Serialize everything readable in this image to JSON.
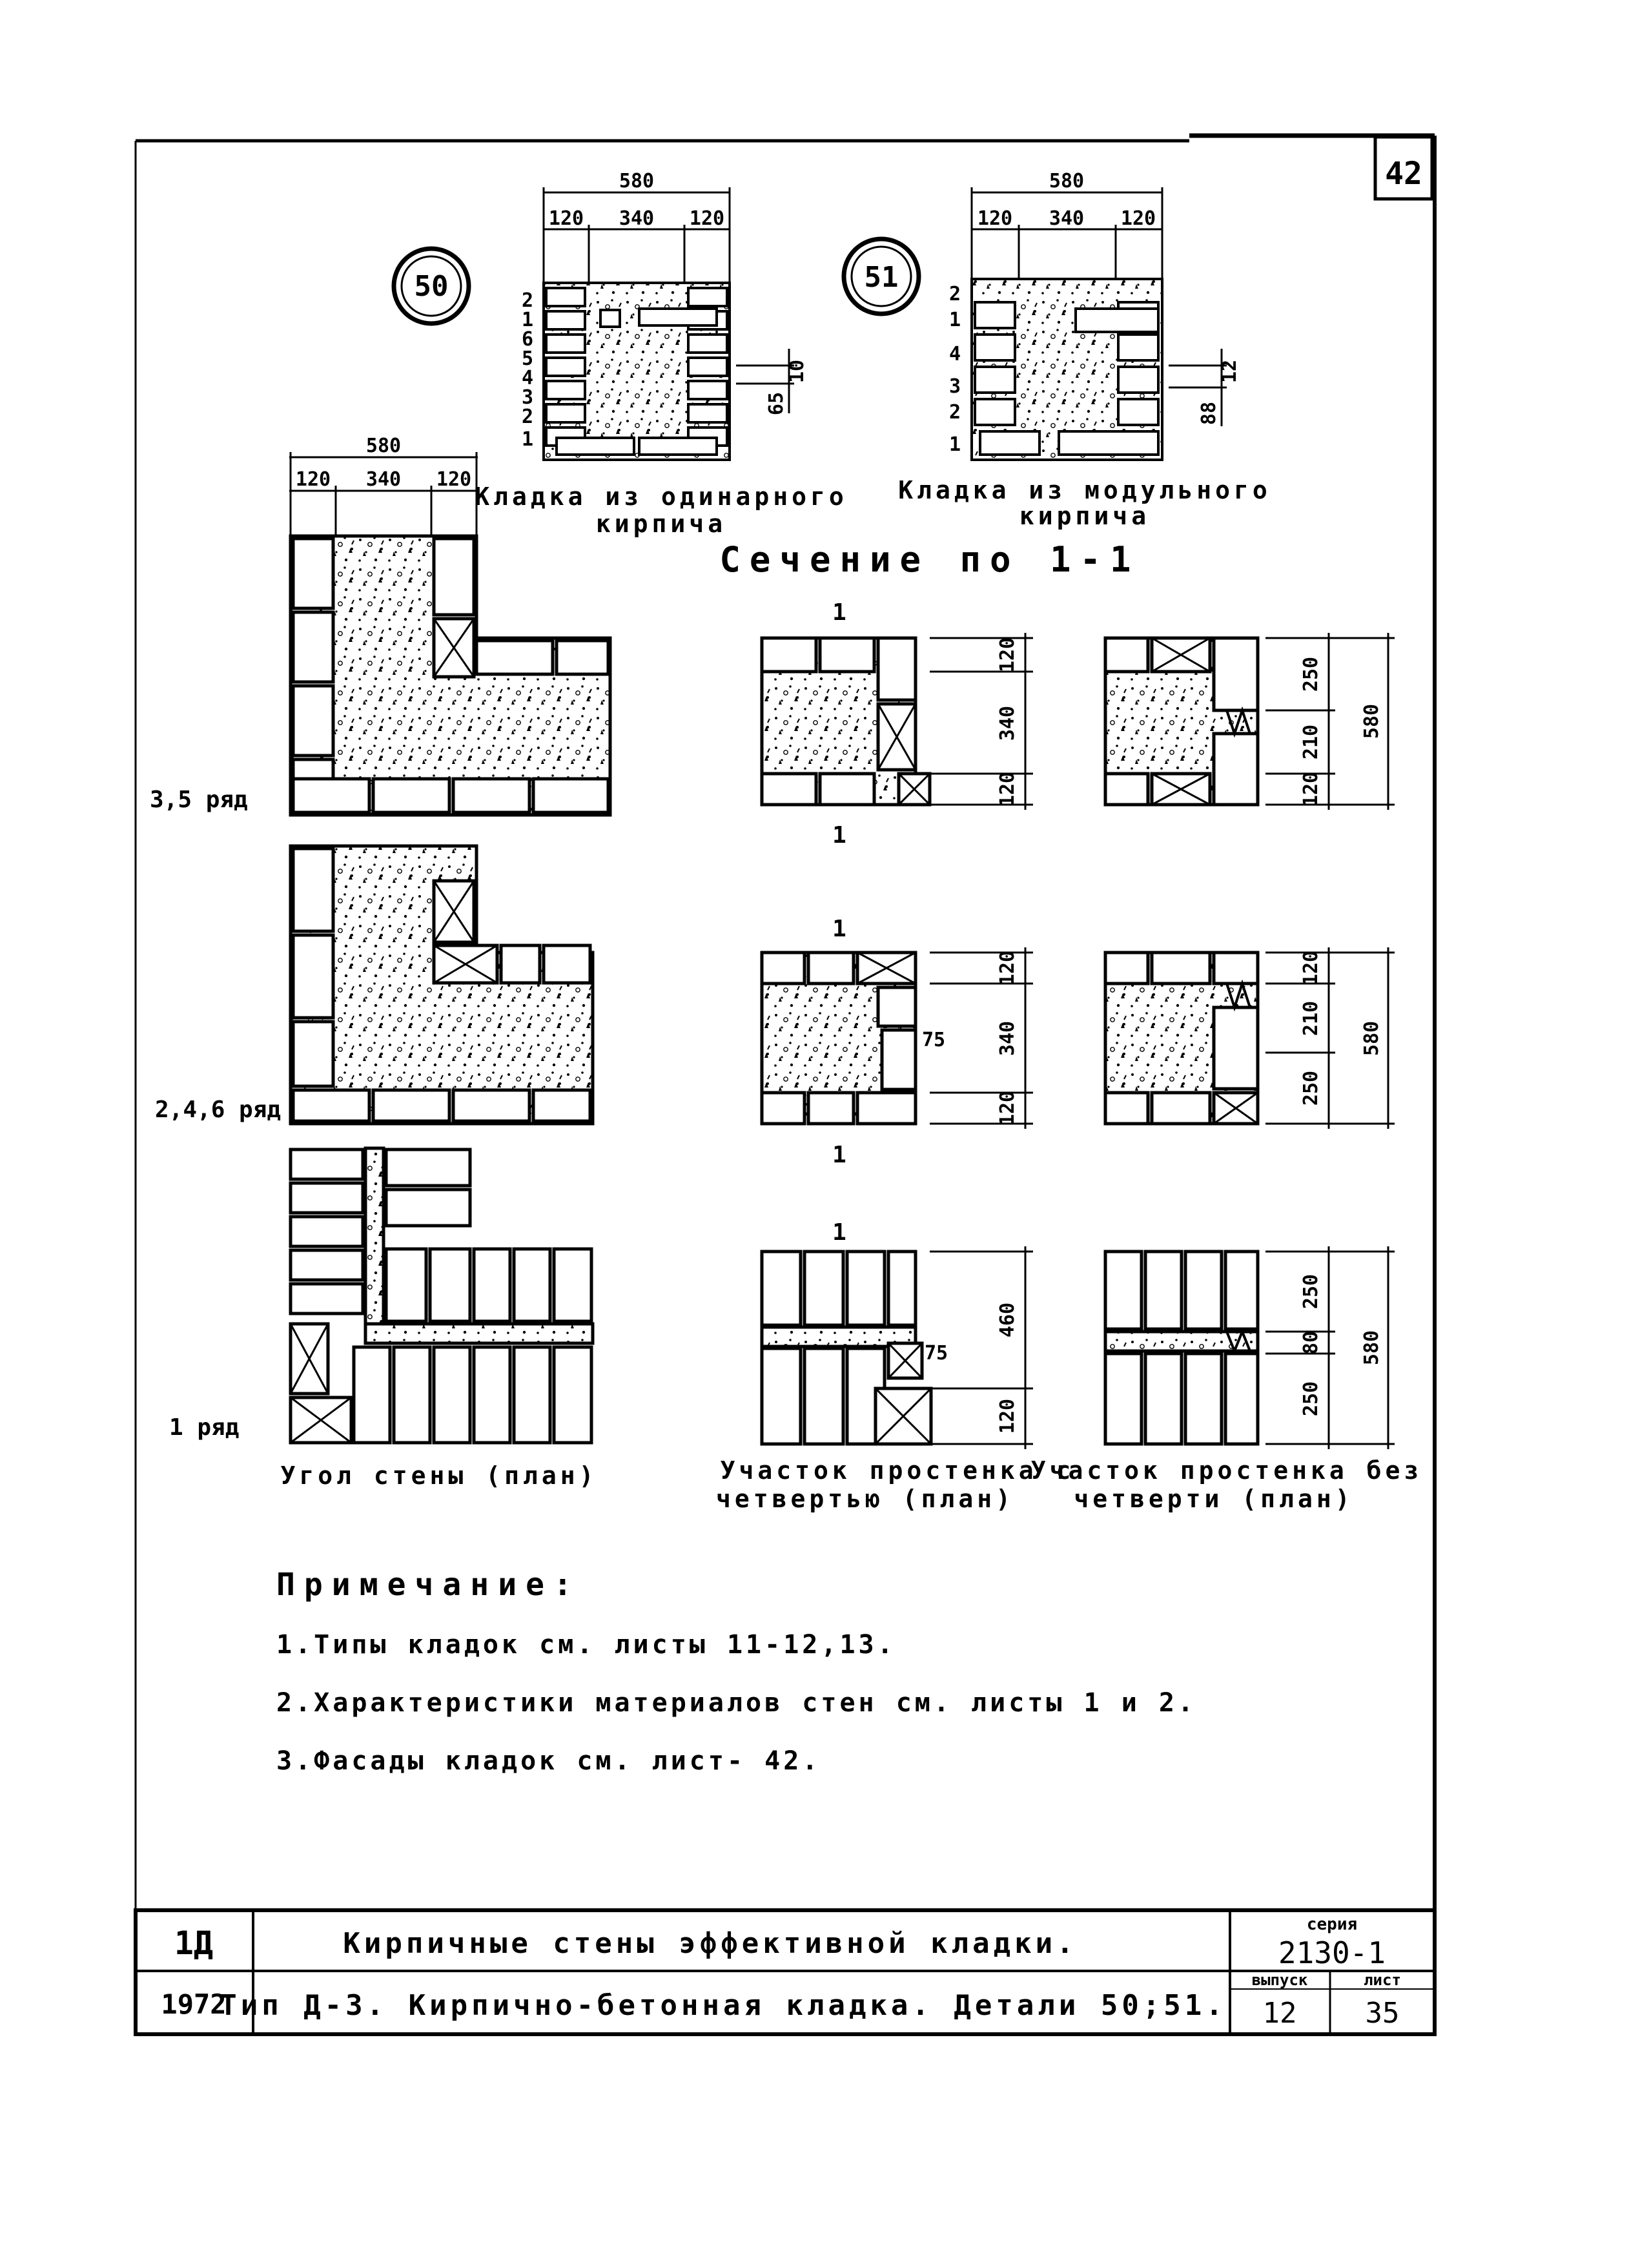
{
  "sheet": {
    "sheet_no": "42"
  },
  "details": {
    "d50": {
      "badge": "50",
      "dim_total": "580",
      "dim_parts": [
        "120",
        "340",
        "120"
      ],
      "course_numbers": [
        "2",
        "1",
        "6",
        "5",
        "4",
        "3",
        "2",
        "1"
      ],
      "side_dims": [
        "10",
        "65"
      ],
      "caption": [
        "Кладка из одинарного",
        "кирпича"
      ]
    },
    "d51": {
      "badge": "51",
      "dim_total": "580",
      "dim_parts": [
        "120",
        "340",
        "120"
      ],
      "course_numbers": [
        "2",
        "1",
        "4",
        "3",
        "2",
        "1"
      ],
      "side_dims": [
        "12",
        "88"
      ],
      "caption": [
        "Кладка из модульного",
        "кирпича"
      ]
    }
  },
  "section_title": "Сечение по 1-1",
  "corner": {
    "dim_total": "580",
    "dim_parts": [
      "120",
      "340",
      "120"
    ],
    "row_labels": [
      "3,5 ряд",
      "2,4,6 ряд",
      "1 ряд"
    ],
    "caption": "Угол стены (план)"
  },
  "pier_quarter": {
    "cut_label": "1",
    "dims_r1": [
      "120",
      "340",
      "120"
    ],
    "dims_r2": [
      "120",
      "340",
      "120",
      "75"
    ],
    "dims_r3": [
      "460",
      "120",
      "75"
    ],
    "caption": [
      "Участок простенка с",
      "четвертью (план)"
    ]
  },
  "pier_plain": {
    "dims_r1": [
      "250",
      "210",
      "120",
      "580"
    ],
    "dims_r2": [
      "120",
      "210",
      "250",
      "580"
    ],
    "dims_r3": [
      "250",
      "80",
      "250",
      "580"
    ],
    "caption": [
      "Участок простенка без",
      "четверти (план)"
    ]
  },
  "notes": {
    "heading": "Примечание:",
    "items": [
      "1.Типы кладок см. листы 11-12,13.",
      "2.Характеристики материалов стен см. листы 1 и 2.",
      "3.Фасады кладок см. лист- 42."
    ]
  },
  "title_block": {
    "code": "1Д",
    "year": "1972",
    "title": "Кирпичные стены эффективной кладки.",
    "subtitle": "Тип Д-3. Кирпично-бетонная кладка. Детали 50;51.",
    "series_label": "серия",
    "series": "2130-1",
    "issue_label": "выпуск",
    "issue": "12",
    "sheet_label": "лист",
    "sheet": "35"
  }
}
